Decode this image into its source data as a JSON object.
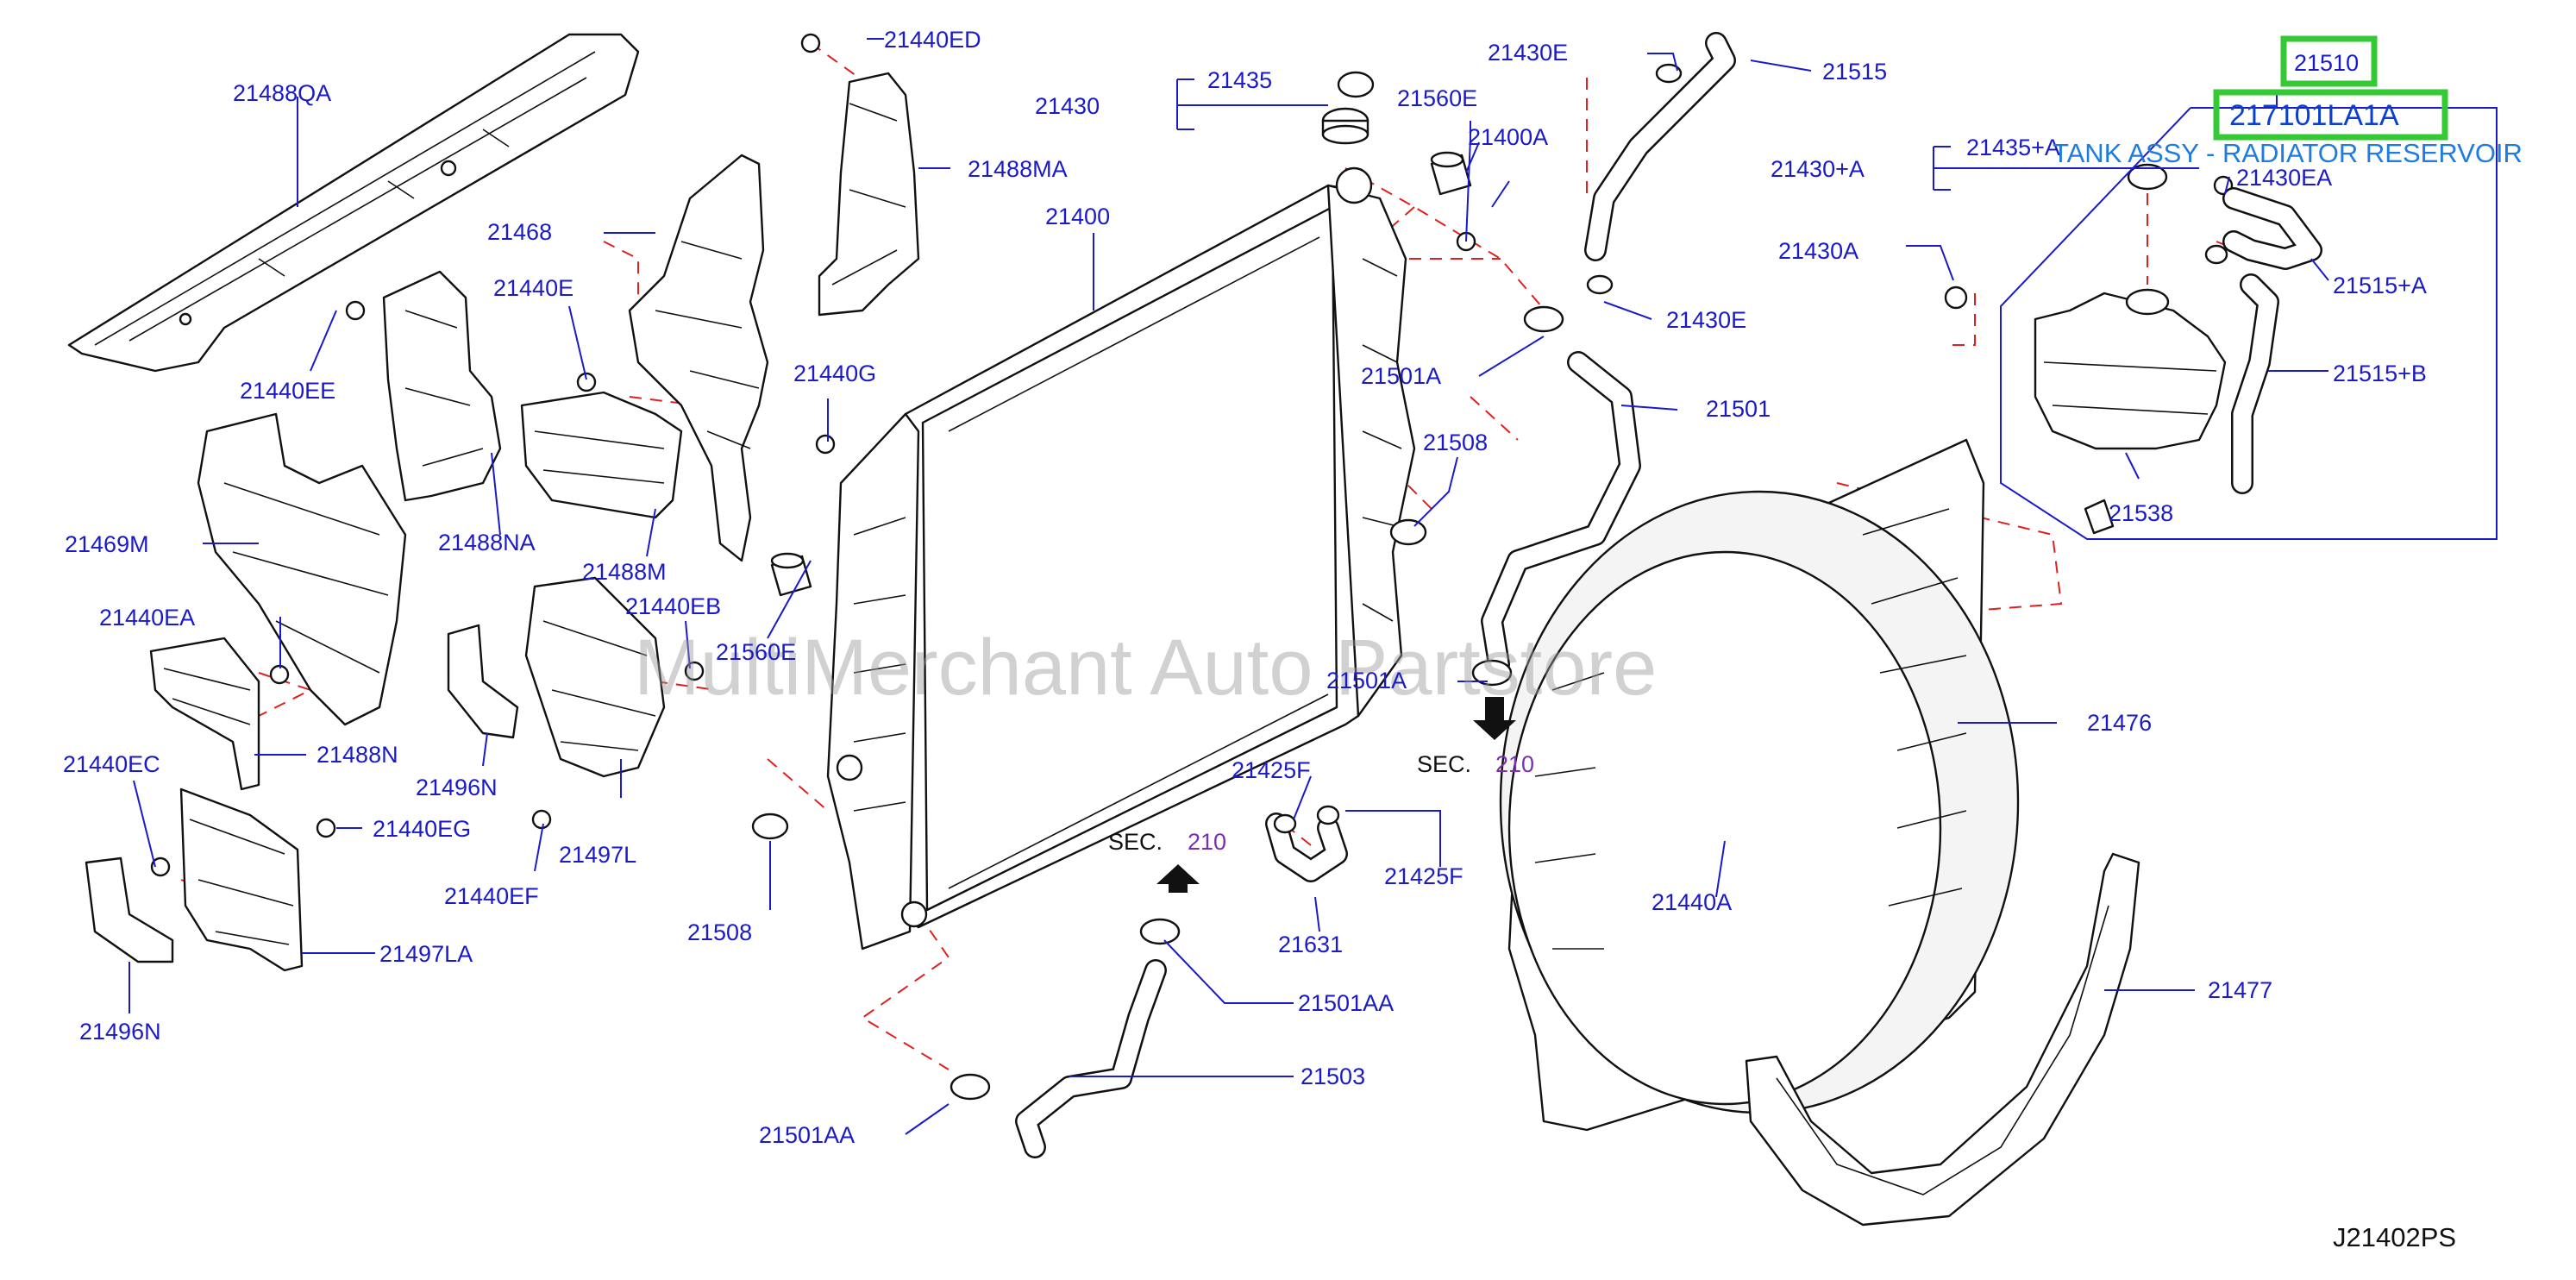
{
  "diagram": {
    "watermark": "MultiMerchant Auto Partstore",
    "code": "J21402PS",
    "highlight_part": "21510",
    "highlight_number": "217101LA1A",
    "highlight_description": "TANK ASSY - RADIATOR RESERVOIR",
    "section_label": "SEC.",
    "section_number": "210",
    "labels": [
      "21488QA",
      "21440ED",
      "21435",
      "21430",
      "21560E",
      "21400A",
      "21430E",
      "21515",
      "21488MA",
      "21468",
      "21440E",
      "21400",
      "21440EE",
      "21440G",
      "21430E",
      "21501A",
      "21501",
      "21508",
      "21488NA",
      "21469M",
      "21488M",
      "21440EB",
      "21560E",
      "21440EA",
      "21488N",
      "21496N",
      "21440EC",
      "21440EG",
      "21497L",
      "21440EF",
      "21501A",
      "21476",
      "21425F",
      "21425F",
      "21508",
      "21631",
      "21440A",
      "21497LA",
      "21496N",
      "21501AA",
      "21503",
      "21501AA",
      "21477",
      "21435+A",
      "21430+A",
      "21430EA",
      "21430A",
      "21515+A",
      "21515+B",
      "21538"
    ]
  }
}
